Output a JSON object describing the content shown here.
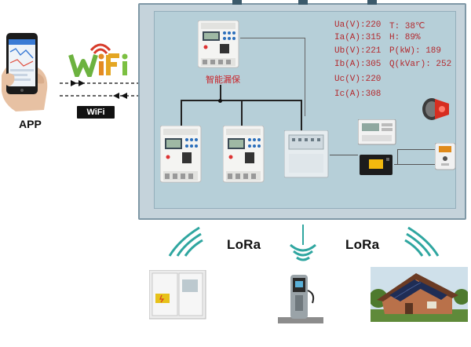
{
  "app": {
    "label": "APP"
  },
  "wifi": {
    "logo_text": "WiFi",
    "badge_label": "WiFi"
  },
  "smart_breaker": {
    "label": "智能漏保"
  },
  "readings": [
    {
      "key": "Ua",
      "text": "Ua(V):220"
    },
    {
      "key": "Ia",
      "text": "Ia(A):315"
    },
    {
      "key": "Ub",
      "text": "Ub(V):221"
    },
    {
      "key": "Ib",
      "text": "Ib(A):305"
    },
    {
      "key": "Uc",
      "text": "Uc(V):220"
    },
    {
      "key": "Ic",
      "text": "Ic(A):308"
    },
    {
      "key": "T",
      "text": "T: 38℃"
    },
    {
      "key": "H",
      "text": "H: 89%"
    },
    {
      "key": "P",
      "text": "P(kW): 189"
    },
    {
      "key": "Q",
      "text": "Q(kVar): 252"
    }
  ],
  "lora": {
    "label": "LoRa"
  },
  "colors": {
    "readings": "#b3282d",
    "cabinet": "#c5d3db",
    "signal": "#2fa6a0"
  }
}
